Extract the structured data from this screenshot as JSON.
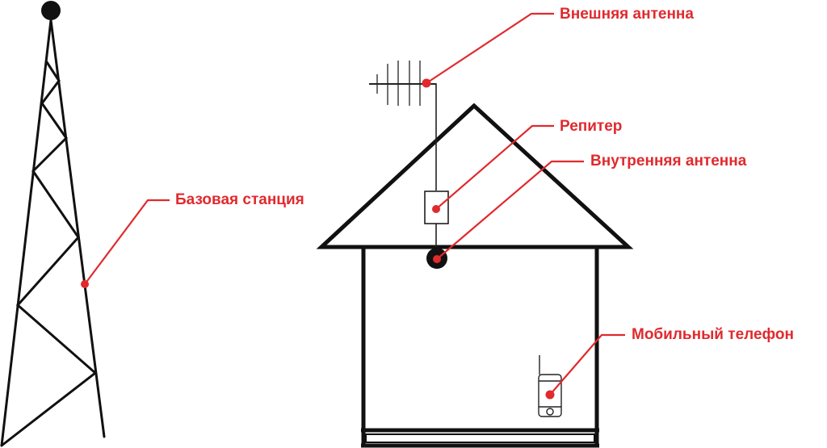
{
  "diagram": {
    "title": "",
    "colors": {
      "stroke": "#111111",
      "accent": "#e02a2e",
      "background": "#ffffff"
    },
    "labels": {
      "base_station": "Базовая станция",
      "external_antenna": "Внешняя антенна",
      "repeater": "Репитер",
      "internal_antenna": "Внутренняя антенна",
      "mobile_phone": "Мобильный телефон"
    },
    "components": [
      {
        "id": "base_station",
        "type": "tower"
      },
      {
        "id": "external_antenna",
        "type": "yagi-antenna"
      },
      {
        "id": "repeater",
        "type": "box"
      },
      {
        "id": "internal_antenna",
        "type": "dome-antenna"
      },
      {
        "id": "mobile_phone",
        "type": "phone"
      }
    ]
  }
}
